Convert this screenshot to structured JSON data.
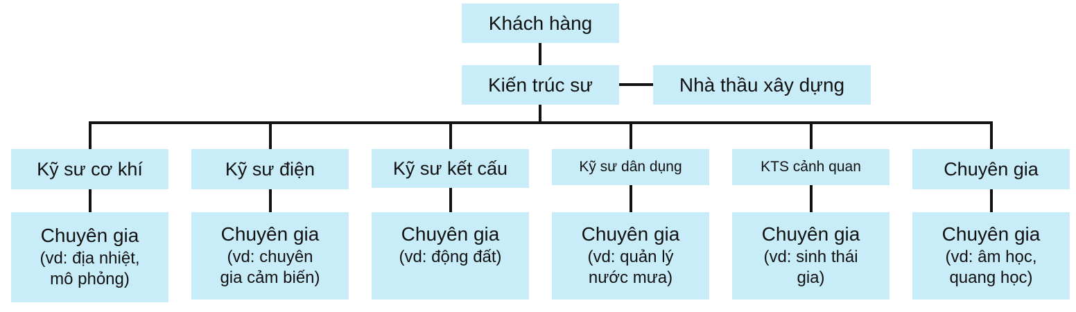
{
  "top": {
    "client": "Khách hàng",
    "architect": "Kiến trúc sư",
    "contractor": "Nhà thầu xây dựng"
  },
  "roles": [
    {
      "label": "Kỹ sư cơ khí",
      "spec_title": "Chuyên gia",
      "spec_line1": "(vd: địa nhiệt,",
      "spec_line2": "mô phỏng)"
    },
    {
      "label": "Kỹ sư điện",
      "spec_title": "Chuyên gia",
      "spec_line1": "(vd: chuyên",
      "spec_line2": "gia cảm biến)"
    },
    {
      "label": "Kỹ sư kết cấu",
      "spec_title": "Chuyên gia",
      "spec_line1": "(vd: động đất)",
      "spec_line2": ""
    },
    {
      "label": "Kỹ sư dân dụng",
      "spec_title": "Chuyên gia",
      "spec_line1": "(vd: quản lý",
      "spec_line2": "nước mưa)"
    },
    {
      "label": "KTS cảnh quan",
      "spec_title": "Chuyên gia",
      "spec_line1": "(vd: sinh thái",
      "spec_line2": "gia)"
    },
    {
      "label": "Chuyên gia",
      "spec_title": "Chuyên gia",
      "spec_line1": "(vd: âm học,",
      "spec_line2": "quang học)"
    }
  ],
  "colors": {
    "box_fill": "#c8ecf8",
    "line": "#111111"
  }
}
